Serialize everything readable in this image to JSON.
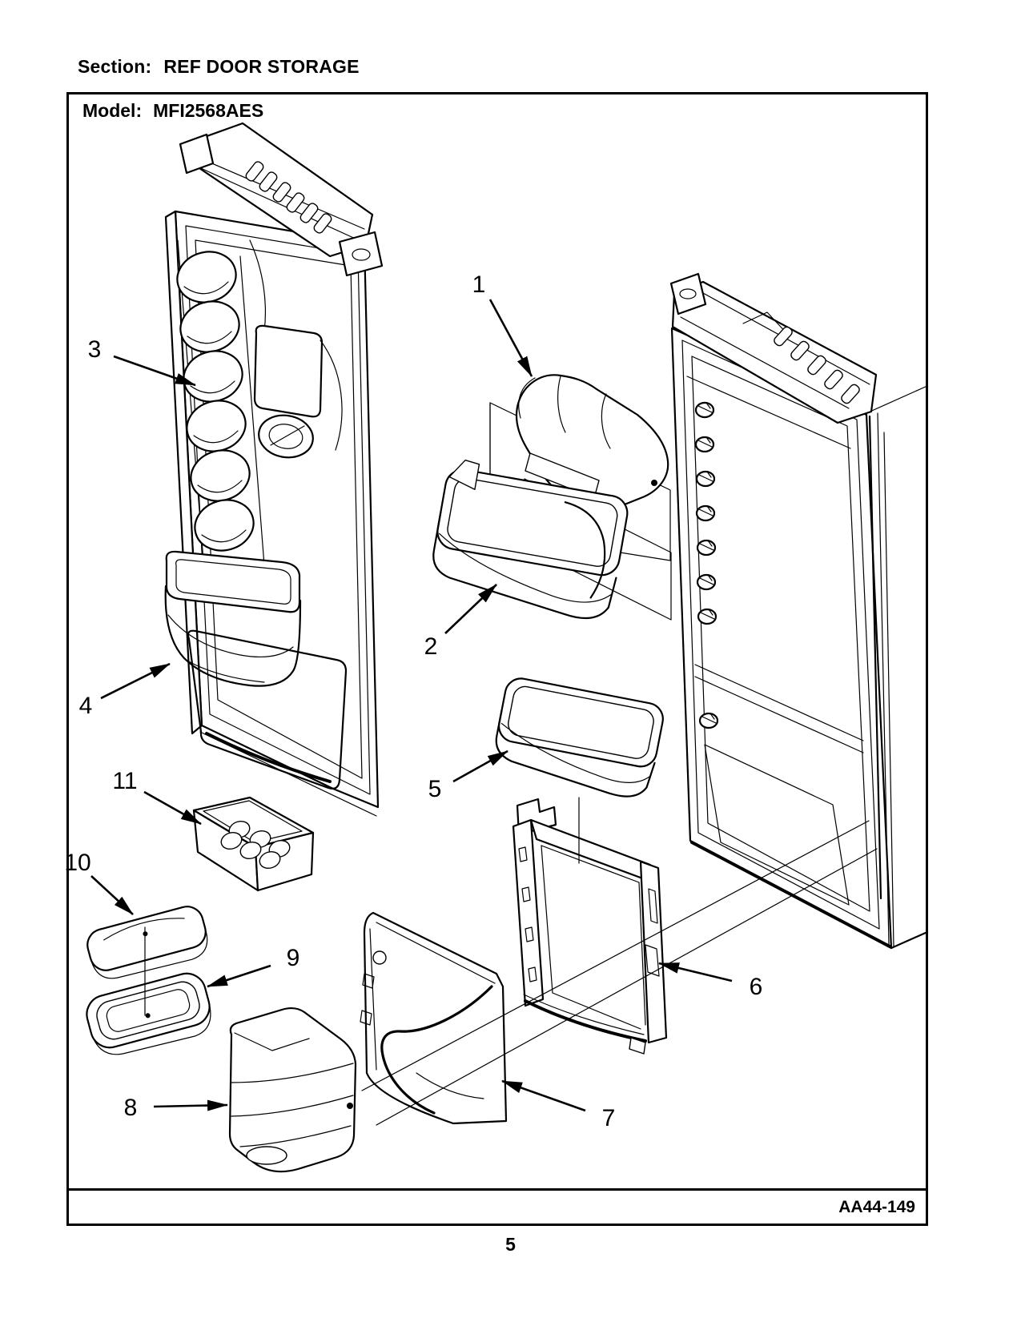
{
  "header": {
    "section_label": "Section:",
    "section_title": "REF DOOR STORAGE"
  },
  "frame": {
    "model_label": "Model:",
    "model_value": "MFI2568AES",
    "drawing_code": "AA44-149"
  },
  "footer": {
    "page_number": "5"
  },
  "diagram": {
    "callouts": [
      {
        "label": "1"
      },
      {
        "label": "2"
      },
      {
        "label": "3"
      },
      {
        "label": "4"
      },
      {
        "label": "5"
      },
      {
        "label": "6"
      },
      {
        "label": "7"
      },
      {
        "label": "8"
      },
      {
        "label": "9"
      },
      {
        "label": "10"
      },
      {
        "label": "11"
      }
    ]
  },
  "colors": {
    "ink": "#000000",
    "paper": "#ffffff"
  }
}
